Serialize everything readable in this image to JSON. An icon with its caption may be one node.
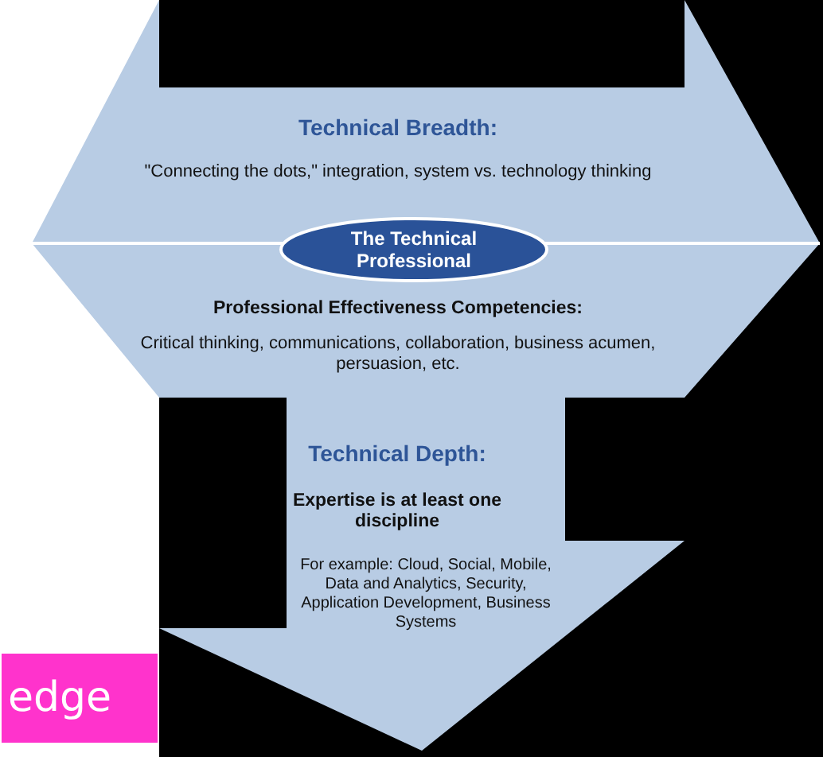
{
  "diagram": {
    "nodes": [
      {
        "text": [
          "Technical Breadth:",
          "\"Connecting the dots,\" integration, system vs. technology thinking",
          "Professional Effectiveness Competencies:",
          "Critical thinking, communications, collaboration, business acumen, persuasion, etc.",
          "Technical Depth:",
          "Expertise is at least one discipline",
          "For example: Cloud, Social, Mobile, Data and Analytics, Security, Application Development, Business Systems"
        ]
      },
      {
        "text": [
          "The Technical Professional"
        ],
        "in": 0
      },
      {
        "text": [
          "edge"
        ]
      }
    ],
    "edges": []
  }
}
